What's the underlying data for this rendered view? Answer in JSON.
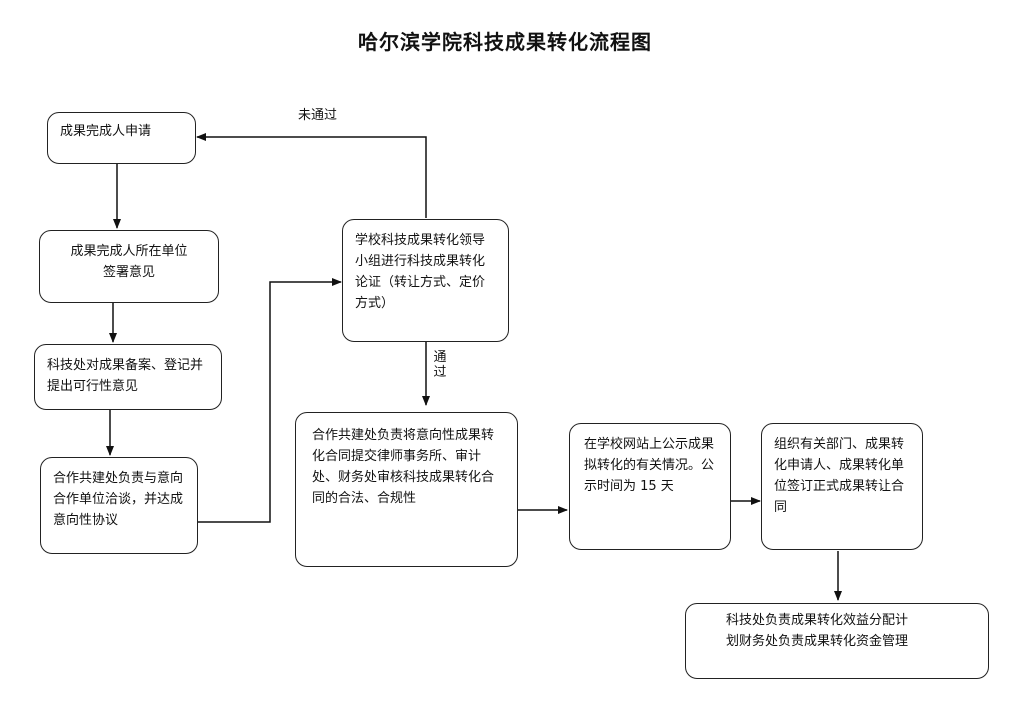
{
  "title": "哈尔滨学院科技成果转化流程图",
  "nodes": {
    "apply": "成果完成人申请",
    "unit_sign": "成果完成人所在单位签署意见",
    "tech_office": "科技处对成果备案、登记并提出可行性意见",
    "coop_agreement": "合作共建处负责与意向合作单位洽谈，并达成意向性协议",
    "leader_group": "学校科技成果转化领导小组进行科技成果转化论证（转让方式、定价方式）",
    "contract_review": "合作共建处负责将意向性成果转化合同提交律师事务所、审计处、财务处审核科技成果转化合同的合法、合规性",
    "publicity": "在学校网站上公示成果拟转化的有关情况。公示时间为 15 天",
    "sign_contract": "组织有关部门、成果转化申请人、成果转化单位签订正式成果转让合同",
    "benefit": "科技处负责成果转化效益分配计划财务处负责成果转化资金管理"
  },
  "edge_labels": {
    "not_passed": "未通过",
    "passed": "通过"
  }
}
